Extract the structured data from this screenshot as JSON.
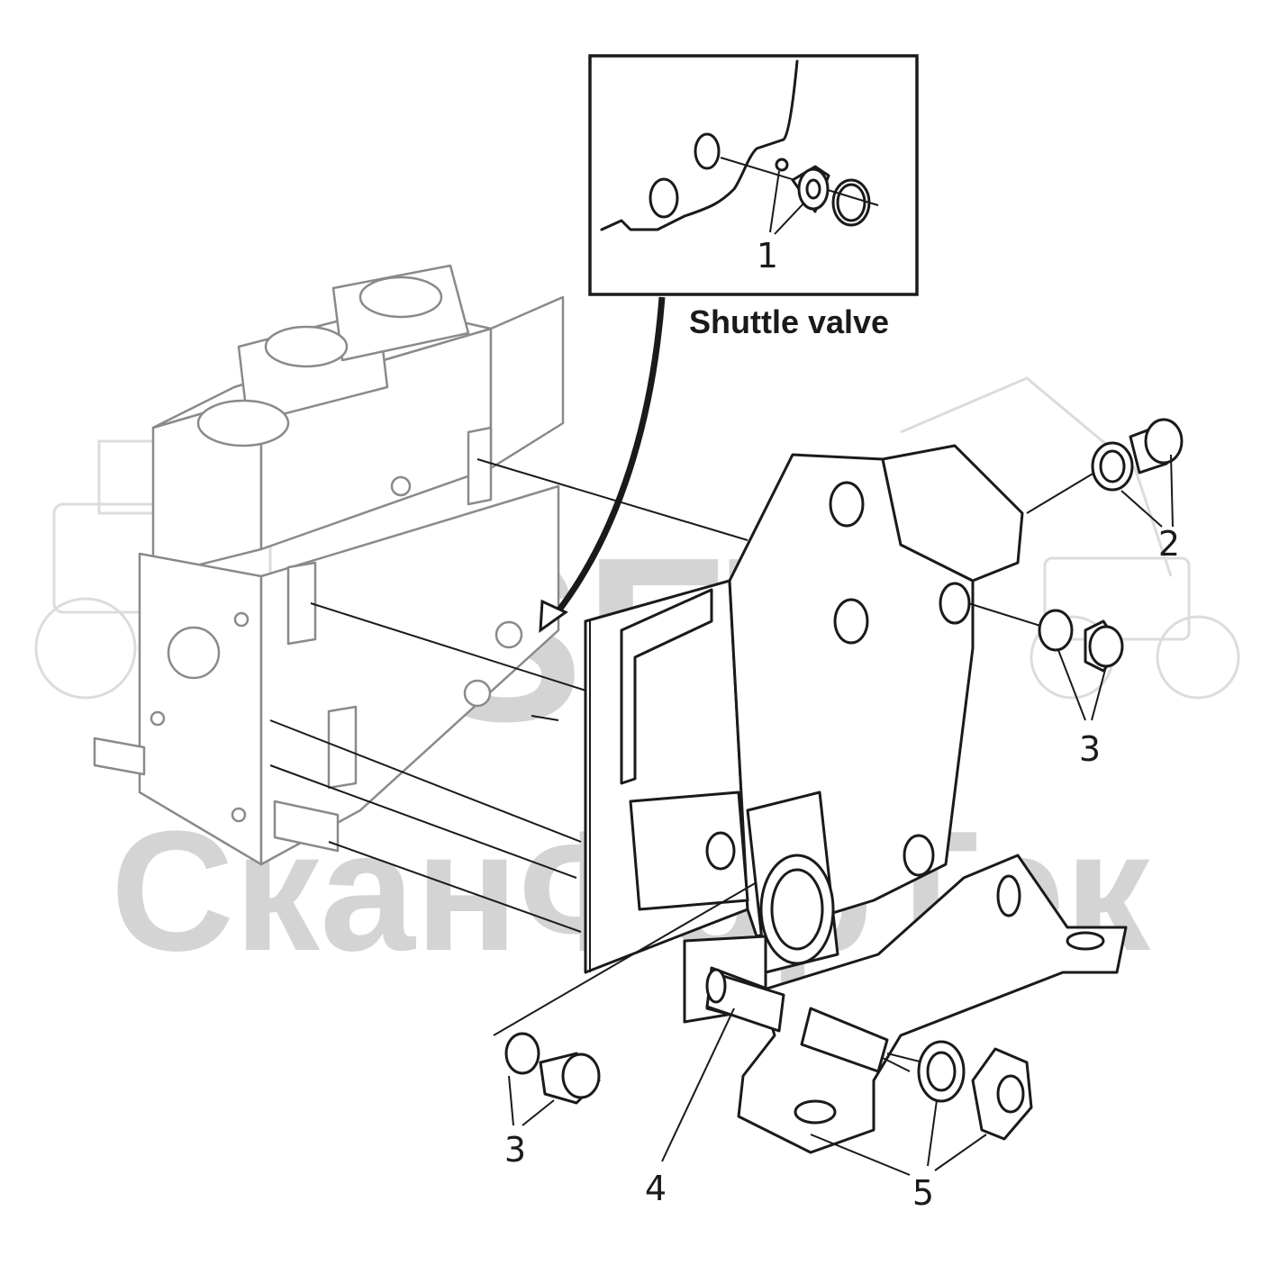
{
  "watermark": {
    "brand": "SFT",
    "company": "СканФорТек"
  },
  "inset": {
    "caption": "Shuttle valve",
    "callout": "1"
  },
  "callouts": {
    "c2": "2",
    "c3_right": "3",
    "c3_left": "3",
    "c4": "4",
    "c5": "5"
  },
  "colors": {
    "line": "#1a1a1a",
    "faint_line": "#8a8a8a",
    "watermark": "#d4d4d4"
  }
}
